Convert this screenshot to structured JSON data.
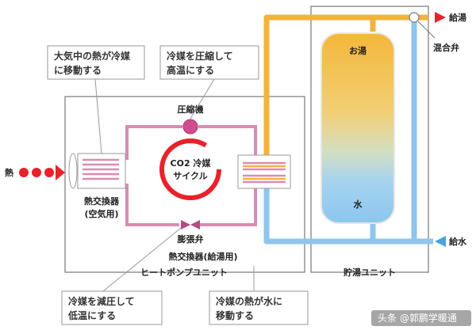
{
  "labels": {
    "heat": "熱",
    "compressor": "圧縮機",
    "cycle_line1": "CO2 冷媒",
    "cycle_line2": "サイクル",
    "hx_air_line1": "熱交換器",
    "hx_air_line2": "(空気用)",
    "expansion_valve": "膨張弁",
    "hx_water": "熱交換器(給湯用)",
    "heat_pump_unit": "ヒートポンプユニット",
    "storage_unit": "貯湯ユニット",
    "hot_water": "お湯",
    "water": "水",
    "supply_hot": "給湯",
    "supply_water": "給水",
    "mixing_valve": "混合弁"
  },
  "callouts": {
    "atm_heat": [
      "大気中の熱が冷媒",
      "に移動する"
    ],
    "compress": [
      "冷媒を圧縮して",
      "高温にする"
    ],
    "decompress": [
      "冷媒を減圧して",
      "低温にする"
    ],
    "to_water": [
      "冷媒の熱が水に",
      "移動する"
    ]
  },
  "watermark": "头条 @郭鹏学暖通",
  "colors": {
    "hot_pipe": "#f2b33d",
    "cold_pipe": "#8ec6ec",
    "refrigerant": "#d98cb3",
    "arrow_red": "#e8222a",
    "heat_dot": "#e8222a"
  }
}
